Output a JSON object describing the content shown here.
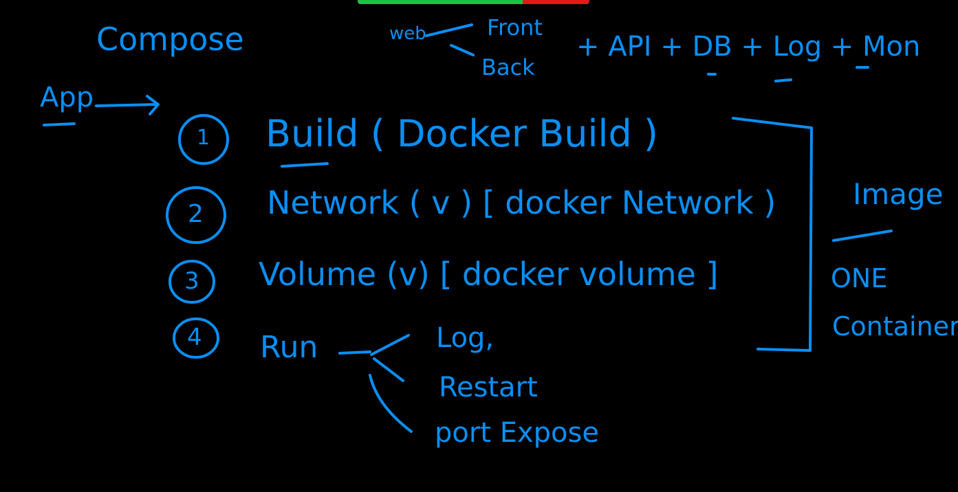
{
  "colors": {
    "background": "#000000",
    "ink": "#0a8ff5",
    "bar_green": "#1ec244",
    "bar_red": "#e11a1a"
  },
  "notes": {
    "compose": "Compose",
    "app": "App",
    "web": "web",
    "front": "Front",
    "back": "Back",
    "extras": "+ API + DB + Log + Mon",
    "items": [
      {
        "num": "1",
        "text": "Build ( Docker Build )"
      },
      {
        "num": "2",
        "text": "Network ( v ) [ docker Network )"
      },
      {
        "num": "3",
        "text": "Volume (v) [ docker volume ]"
      },
      {
        "num": "4",
        "text": "Run"
      }
    ],
    "run_branches": [
      "Log,",
      "Restart",
      "port Expose"
    ],
    "image": "Image",
    "one": "ONE",
    "container": "Container"
  }
}
